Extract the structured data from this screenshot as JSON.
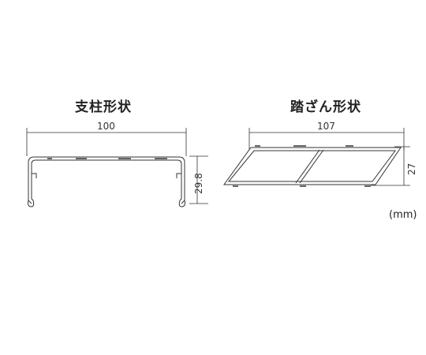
{
  "left_profile": {
    "title": "支柱形状",
    "width_value": "100",
    "height_value": "29.8"
  },
  "right_profile": {
    "title": "踏ざん形状",
    "width_value": "107",
    "height_value": "27"
  },
  "unit_label": "(mm)"
}
